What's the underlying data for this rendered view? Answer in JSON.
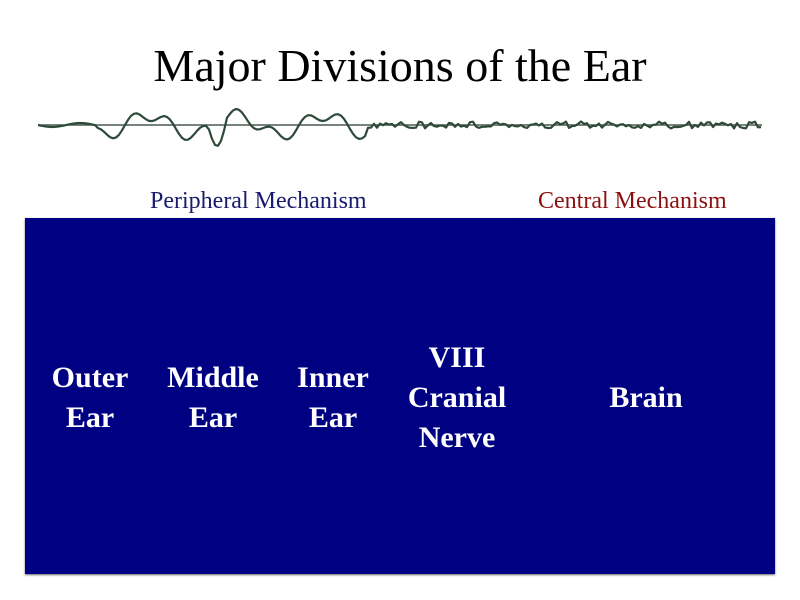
{
  "title": "Major Divisions of the Ear",
  "labels": {
    "peripheral": "Peripheral Mechanism",
    "central": "Central Mechanism"
  },
  "colors": {
    "panel": "#000082",
    "peripheral_label": "#1a1a6e",
    "central_label": "#8b1010",
    "division_text": "#ffffff",
    "waveform": "#2f4a3a"
  },
  "divisions": [
    {
      "lines": [
        "Outer",
        "Ear"
      ]
    },
    {
      "lines": [
        "Middle",
        "Ear"
      ]
    },
    {
      "lines": [
        "Inner",
        "Ear"
      ]
    },
    {
      "lines": [
        "VIII",
        "Cranial",
        "Nerve"
      ]
    },
    {
      "lines": [
        "Brain"
      ]
    }
  ]
}
